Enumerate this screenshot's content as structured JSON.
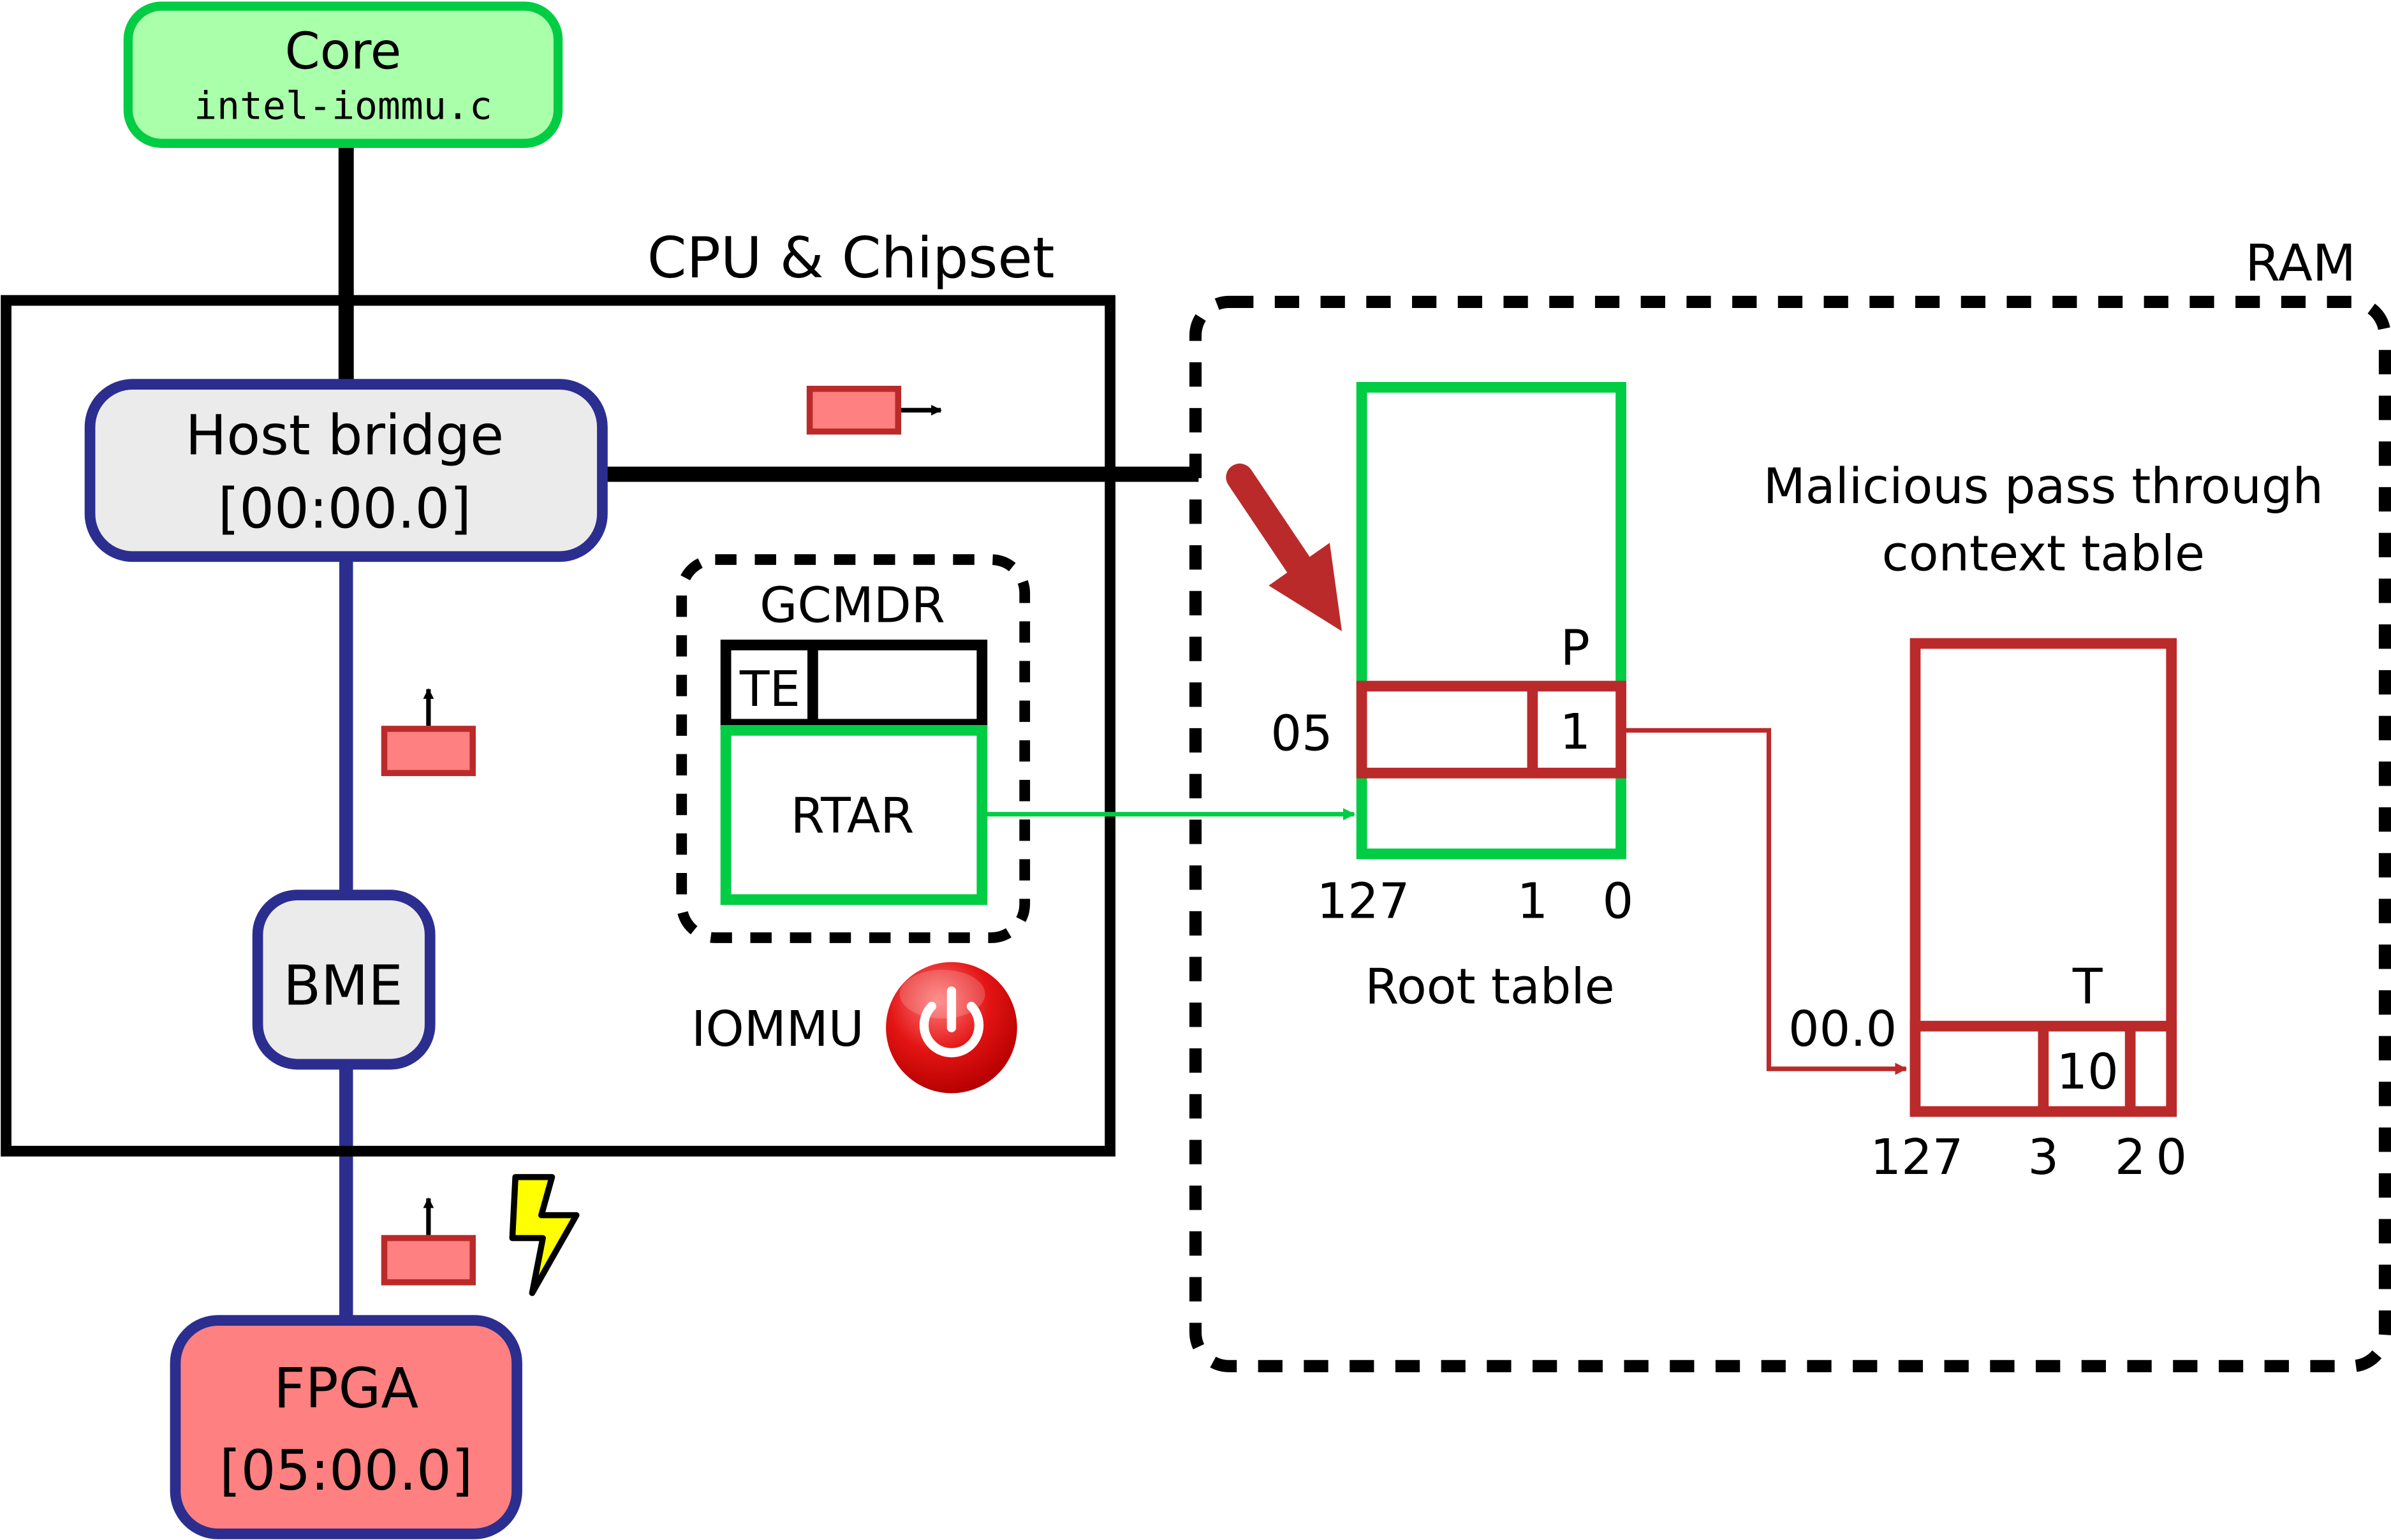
{
  "core": {
    "title": "Core",
    "file": "intel-iommu.c"
  },
  "cpu": {
    "label": "CPU & Chipset"
  },
  "host_bridge": {
    "name": "Host bridge",
    "bdf": "[00:00.0]"
  },
  "bme": {
    "label": "BME"
  },
  "fpga": {
    "name": "FPGA",
    "bdf": "[05:00.0]"
  },
  "iommu": {
    "label": "IOMMU",
    "gcmdr": "GCMDR",
    "te": "TE",
    "rtar": "RTAR",
    "power_icon": "power-icon"
  },
  "ram": {
    "label": "RAM"
  },
  "root_table": {
    "label": "Root table",
    "bit_label": "P",
    "entry_index": "05",
    "entry_value": "1",
    "bits": {
      "high": "127",
      "one": "1",
      "zero": "0"
    }
  },
  "context_table": {
    "label_line1": "Malicious pass through",
    "label_line2": "context table",
    "bit_label": "T",
    "entry_index": "00.0",
    "entry_value": "10",
    "bits": {
      "high": "127",
      "three": "3",
      "two": "2",
      "zero": "0"
    }
  },
  "colors": {
    "green_border": "#00cc44",
    "green_fill": "#aaffaa",
    "red": "#bb2a2a",
    "pink": "#ff8080",
    "blue": "#2b2e8f",
    "gray_fill": "#ebebeb",
    "yellow": "#ffff00"
  }
}
